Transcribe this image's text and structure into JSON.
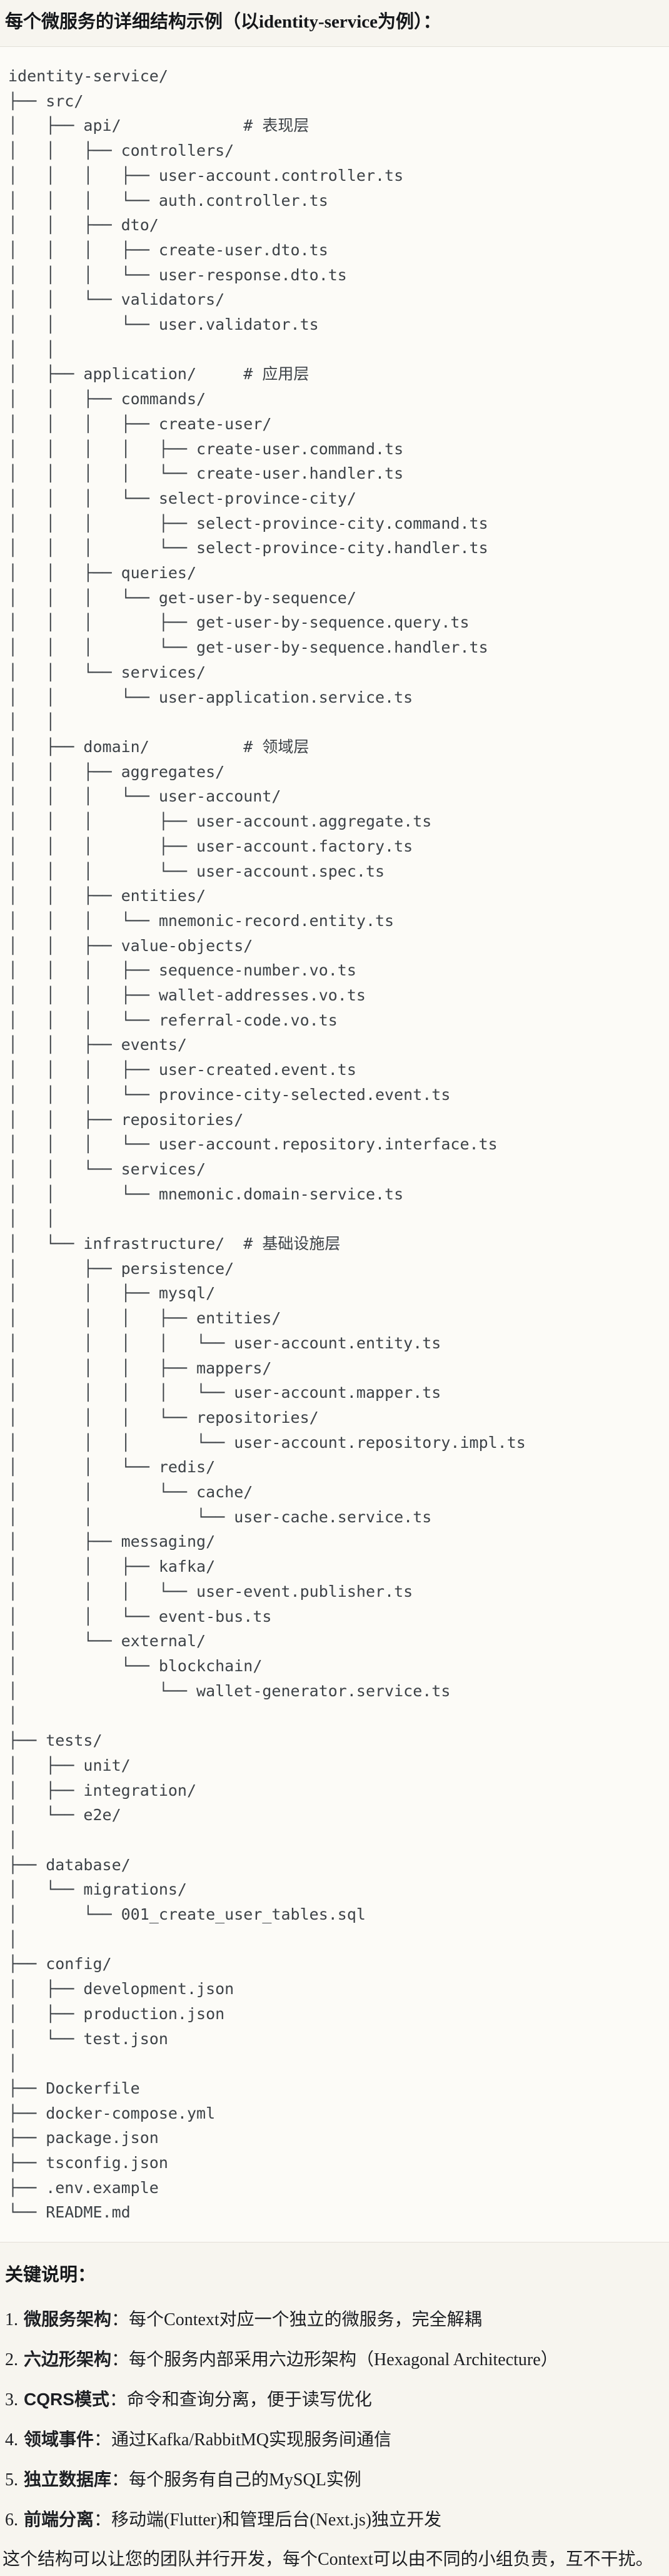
{
  "title": "每个微服务的详细结构示例（以identity-service为例）：",
  "tree": {
    "lines": [
      "identity-service/",
      "├── src/",
      "│   ├── api/             # 表现层",
      "│   │   ├── controllers/",
      "│   │   │   ├── user-account.controller.ts",
      "│   │   │   └── auth.controller.ts",
      "│   │   ├── dto/",
      "│   │   │   ├── create-user.dto.ts",
      "│   │   │   └── user-response.dto.ts",
      "│   │   └── validators/",
      "│   │       └── user.validator.ts",
      "│   │",
      "│   ├── application/     # 应用层",
      "│   │   ├── commands/",
      "│   │   │   ├── create-user/",
      "│   │   │   │   ├── create-user.command.ts",
      "│   │   │   │   └── create-user.handler.ts",
      "│   │   │   └── select-province-city/",
      "│   │   │       ├── select-province-city.command.ts",
      "│   │   │       └── select-province-city.handler.ts",
      "│   │   ├── queries/",
      "│   │   │   └── get-user-by-sequence/",
      "│   │   │       ├── get-user-by-sequence.query.ts",
      "│   │   │       └── get-user-by-sequence.handler.ts",
      "│   │   └── services/",
      "│   │       └── user-application.service.ts",
      "│   │",
      "│   ├── domain/          # 领域层",
      "│   │   ├── aggregates/",
      "│   │   │   └── user-account/",
      "│   │   │       ├── user-account.aggregate.ts",
      "│   │   │       ├── user-account.factory.ts",
      "│   │   │       └── user-account.spec.ts",
      "│   │   ├── entities/",
      "│   │   │   └── mnemonic-record.entity.ts",
      "│   │   ├── value-objects/",
      "│   │   │   ├── sequence-number.vo.ts",
      "│   │   │   ├── wallet-addresses.vo.ts",
      "│   │   │   └── referral-code.vo.ts",
      "│   │   ├── events/",
      "│   │   │   ├── user-created.event.ts",
      "│   │   │   └── province-city-selected.event.ts",
      "│   │   ├── repositories/",
      "│   │   │   └── user-account.repository.interface.ts",
      "│   │   └── services/",
      "│   │       └── mnemonic.domain-service.ts",
      "│   │",
      "│   └── infrastructure/  # 基础设施层",
      "│       ├── persistence/",
      "│       │   ├── mysql/",
      "│       │   │   ├── entities/",
      "│       │   │   │   └── user-account.entity.ts",
      "│       │   │   ├── mappers/",
      "│       │   │   │   └── user-account.mapper.ts",
      "│       │   │   └── repositories/",
      "│       │   │       └── user-account.repository.impl.ts",
      "│       │   └── redis/",
      "│       │       └── cache/",
      "│       │           └── user-cache.service.ts",
      "│       ├── messaging/",
      "│       │   ├── kafka/",
      "│       │   │   └── user-event.publisher.ts",
      "│       │   └── event-bus.ts",
      "│       └── external/",
      "│           └── blockchain/",
      "│               └── wallet-generator.service.ts",
      "│",
      "├── tests/",
      "│   ├── unit/",
      "│   ├── integration/",
      "│   └── e2e/",
      "│",
      "├── database/",
      "│   └── migrations/",
      "│       └── 001_create_user_tables.sql",
      "│",
      "├── config/",
      "│   ├── development.json",
      "│   ├── production.json",
      "│   └── test.json",
      "│",
      "├── Dockerfile",
      "├── docker-compose.yml",
      "├── package.json",
      "├── tsconfig.json",
      "├── .env.example",
      "└── README.md"
    ]
  },
  "notes": {
    "heading": "关键说明：",
    "items": [
      {
        "num": "1.",
        "term": "微服务架构",
        "desc": "：每个Context对应一个独立的微服务，完全解耦"
      },
      {
        "num": "2.",
        "term": "六边形架构",
        "desc": "：每个服务内部采用六边形架构（Hexagonal Architecture）"
      },
      {
        "num": "3.",
        "term": "CQRS模式",
        "desc": "：命令和查询分离，便于读写优化"
      },
      {
        "num": "4.",
        "term": "领域事件",
        "desc": "：通过Kafka/RabbitMQ实现服务间通信"
      },
      {
        "num": "5.",
        "term": "独立数据库",
        "desc": "：每个服务有自己的MySQL实例"
      },
      {
        "num": "6.",
        "term": "前端分离",
        "desc": "：移动端(Flutter)和管理后台(Next.js)独立开发"
      }
    ],
    "footer": "这个结构可以让您的团队并行开发，每个Context可以由不同的小组负责，互不干扰。"
  },
  "colors": {
    "page_bg": "#f7f5ef",
    "code_bg": "#fcfbf7",
    "code_border": "#e3e0d8",
    "tree_text": "#3d4247",
    "body_text": "#1d1f23"
  }
}
